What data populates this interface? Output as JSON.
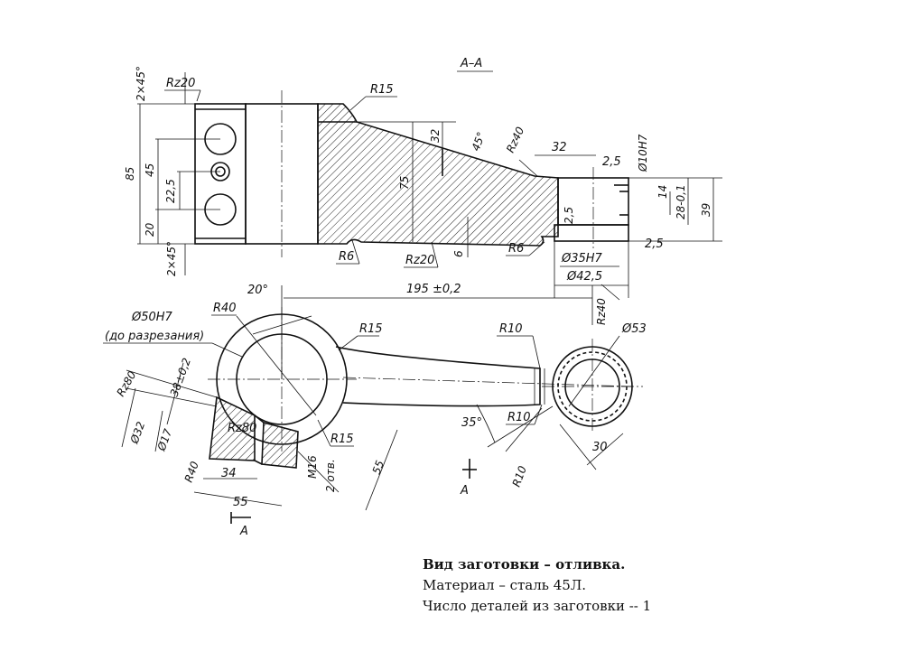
{
  "section_title": "А–А",
  "labels": {
    "rz20_top": "Rz20",
    "chamfer_top": "2×45°",
    "chamfer_bottom": "2×45°",
    "r15_top": "R15",
    "rz40_top": "Rz40",
    "angle45": "45°",
    "d32_top": "32",
    "d32_right": "32",
    "d75": "75",
    "d85": "85",
    "d45": "45",
    "d22_5": "22,5",
    "d20": "20",
    "d2_5_a": "2,5",
    "d2_5_b": "2,5",
    "d2_5_c": "2,5",
    "d10h7": "Ø10H7",
    "d14": "14",
    "d28": "28-0,1",
    "d39": "39",
    "d6": "6",
    "r6_left": "R6",
    "r6_right": "R6",
    "rz20_bottom": "Rz20",
    "d35h7": "Ø35H7",
    "d42_5": "Ø42,5",
    "d195": "195 ±0,2",
    "angle20": "20°",
    "r40_top": "R40",
    "d50h7": "Ø50H7",
    "before_cut": "(до разрезания)",
    "r15_mid": "R15",
    "r10_top": "R10",
    "d53": "Ø53",
    "rz40_right": "Rz40",
    "rz80_left": "Rz80",
    "d38": "38±0,2",
    "d32_left": "Ø32",
    "d17": "Ø17",
    "rz80_in": "Rz80",
    "r40_left": "R40",
    "r15_low": "R15",
    "angle35": "35°",
    "r10_mid": "R10",
    "r10_low": "R10",
    "d30": "30",
    "m16": "M16",
    "holes2": "2 отв.",
    "d34": "34",
    "d55_bottom": "55",
    "d55_right": "55",
    "section_mark_a1": "А",
    "section_mark_a2": "А"
  },
  "notes": {
    "line1": "Вид заготовки – отливка.",
    "line2": "Материал – сталь 45Л.",
    "line3": "Число деталей из заготовки -- 1"
  }
}
